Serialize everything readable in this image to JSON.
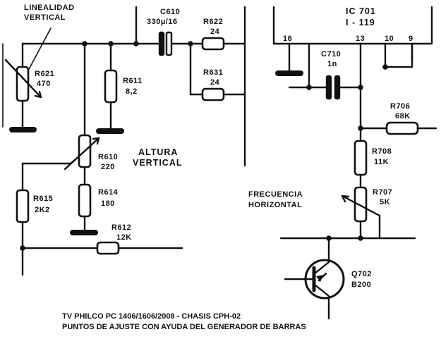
{
  "labels": {
    "linealidad_1": "LINEALIDAD",
    "linealidad_2": "VERTICAL",
    "altura_1": "ALTURA",
    "altura_2": "VERTICAL",
    "frecuencia_1": "FRECUENCIA",
    "frecuencia_2": "HORIZONTAL"
  },
  "components": {
    "r621": {
      "ref": "R621",
      "value": "470"
    },
    "r611": {
      "ref": "R611",
      "value": "8,2"
    },
    "r610": {
      "ref": "R610",
      "value": "220"
    },
    "r614": {
      "ref": "R614",
      "value": "180"
    },
    "r615": {
      "ref": "R615",
      "value": "2K2"
    },
    "r612": {
      "ref": "R612",
      "value": "12K"
    },
    "c610": {
      "ref": "C610",
      "value": "330µ/16"
    },
    "r622": {
      "ref": "R622",
      "value": "24"
    },
    "r631": {
      "ref": "R631",
      "value": "24"
    },
    "ic701": {
      "ref": "IC 701",
      "value": "I - 119"
    },
    "c710": {
      "ref": "C710",
      "value": "1n"
    },
    "r706": {
      "ref": "R706",
      "value": "68K"
    },
    "r708": {
      "ref": "R708",
      "value": "11K"
    },
    "r707": {
      "ref": "R707",
      "value": "5K"
    },
    "q702": {
      "ref": "Q702",
      "value": "B200"
    }
  },
  "pins": {
    "p16": "16",
    "p13": "13",
    "p10": "10",
    "p9": "9"
  },
  "caption": {
    "line1": "TV PHILCO PC 1406/1606/2008 - CHASIS CPH-02",
    "line2": "PUNTOS DE AJUSTE CON AYUDA DEL GENERADOR DE BARRAS"
  }
}
